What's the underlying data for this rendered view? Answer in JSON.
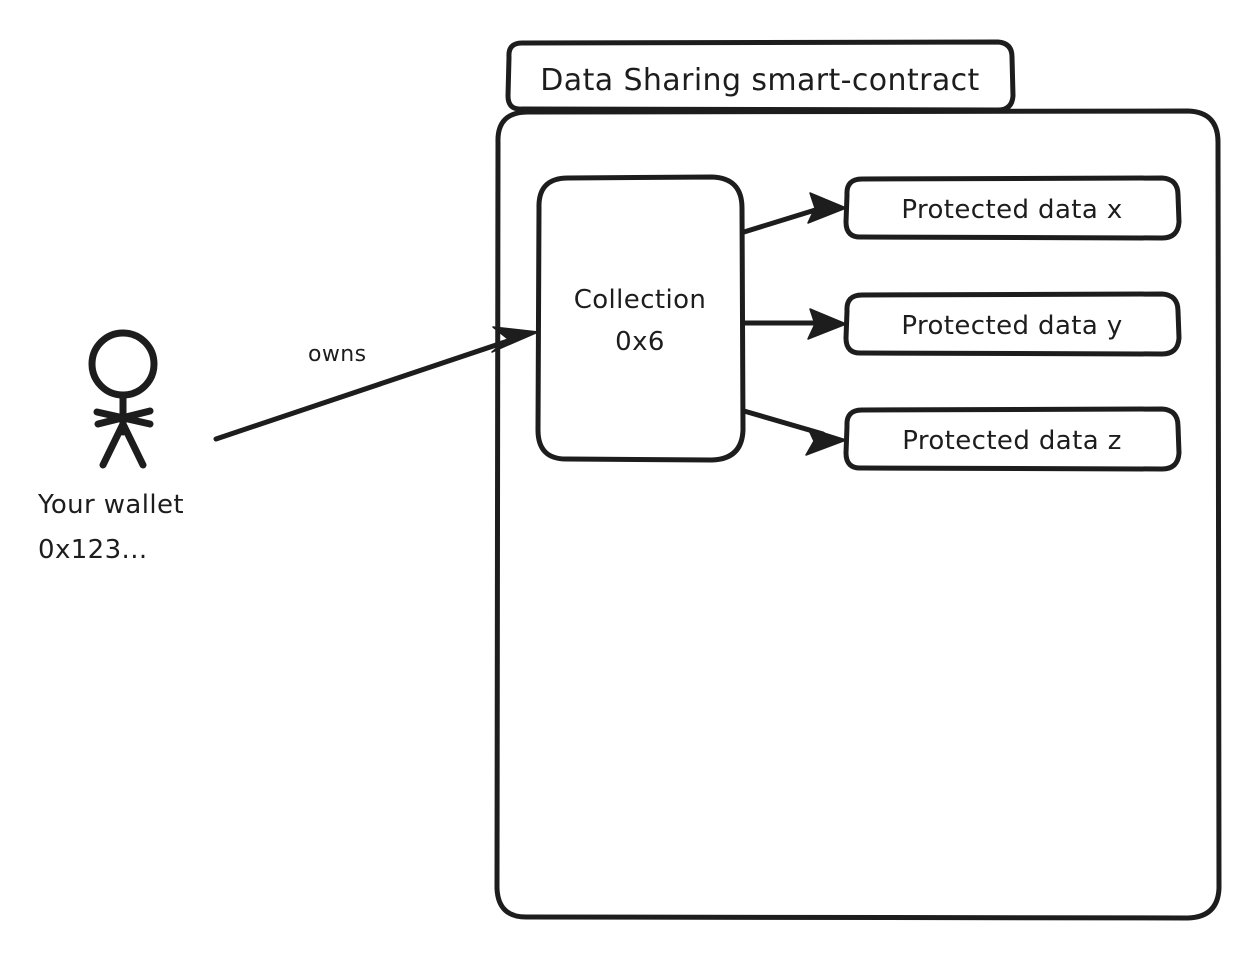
{
  "diagram": {
    "title_box": {
      "label": "Data Sharing smart-contract"
    },
    "container": {
      "name": "smart-contract-body"
    },
    "collection_node": {
      "line1": "Collection",
      "line2": "0x6"
    },
    "protected_data_nodes": [
      {
        "label": "Protected data x"
      },
      {
        "label": "Protected data y"
      },
      {
        "label": "Protected data z"
      }
    ],
    "actor": {
      "icon": "stick-figure-person-icon",
      "line1": "Your wallet",
      "line2": "0x123..."
    },
    "edges": [
      {
        "label": "owns",
        "from": "Your wallet 0x123...",
        "to": "Collection 0x6"
      },
      {
        "label": "",
        "from": "Collection 0x6",
        "to": "Protected data x"
      },
      {
        "label": "",
        "from": "Collection 0x6",
        "to": "Protected data y"
      },
      {
        "label": "",
        "from": "Collection 0x6",
        "to": "Protected data z"
      }
    ],
    "colors": {
      "ink": "#1d1d1d",
      "background": "#ffffff",
      "fill": "#ffffff"
    }
  }
}
